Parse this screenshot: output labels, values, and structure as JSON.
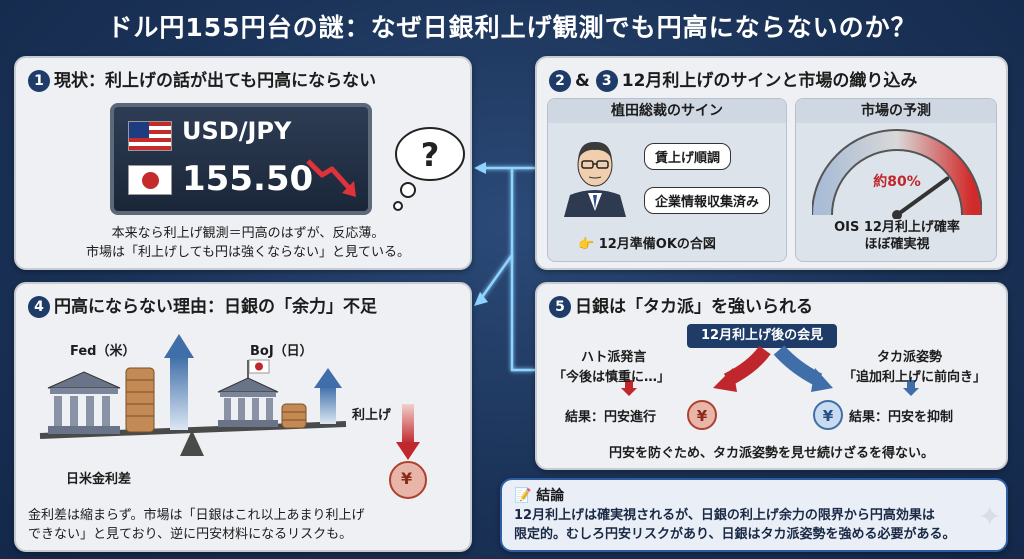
{
  "title": "ドル円155円台の謎：なぜ日銀利上げ観測でも円高にならないのか？",
  "panel1": {
    "num": "1",
    "heading": "現状：利上げの話が出ても円高にならない",
    "pair": "USD/JPY",
    "rate": "155.50",
    "thought_icon": "question-cloud-icon",
    "text_line1": "本来なら利上げ観測＝円高のはずが、反応薄。",
    "text_line2": "市場は「利上げしても円は強くならない」と見ている。"
  },
  "panel2": {
    "num": "2",
    "amp": "&",
    "num2": "3",
    "heading": "12月利上げのサインと市場の織り込み",
    "left_title": "植田総裁のサイン",
    "bubble1": "賃上げ順調",
    "bubble2": "企業情報収集済み",
    "signal": "👉 12月準備OKの合図",
    "right_title": "市場の予測",
    "gauge_value": 0.8,
    "gauge_label": "約80%",
    "gauge_caption1": "OIS 12月利上げ確率",
    "gauge_caption2": "ほぼ確実視"
  },
  "panel4": {
    "num": "4",
    "heading": "円高にならない理由：日銀の「余力」不足",
    "fed_label": "Fed（米）",
    "boj_label": "BoJ（日）",
    "hike_label": "利上げ",
    "spread_label": "日米金利差",
    "yen_symbol": "¥",
    "text_line1": "金利差は縮まらず。市場は「日銀はこれ以上あまり利上げ",
    "text_line2": "できない」と見ており、逆に円安材料になるリスクも。"
  },
  "panel5": {
    "num": "5",
    "heading": "日銀は「タカ派」を強いられる",
    "presser": "12月利上げ後の会見",
    "dove_title": "ハト派発言",
    "dove_quote": "「今後は慎重に…」",
    "dove_result": "結果：円安進行",
    "hawk_title": "タカ派姿勢",
    "hawk_quote": "「追加利上げに前向き」",
    "hawk_result": "結果：円安を抑制",
    "yen_symbol": "¥",
    "summary": "円安を防ぐため、タカ派姿勢を見せ続けざるを得ない。"
  },
  "conclusion": {
    "icon": "memo-icon",
    "heading": "📝 結論",
    "line1": "12月利上げは確実視されるが、日銀の利上げ余力の限界から円高効果は",
    "line2": "限定的。むしろ円安リスクがあり、日銀はタカ派姿勢を強める必要がある。"
  },
  "colors": {
    "navy": "#1f3c68",
    "red": "#c0272d",
    "blue": "#3f6ea8",
    "glow": "#8fd3ff"
  }
}
